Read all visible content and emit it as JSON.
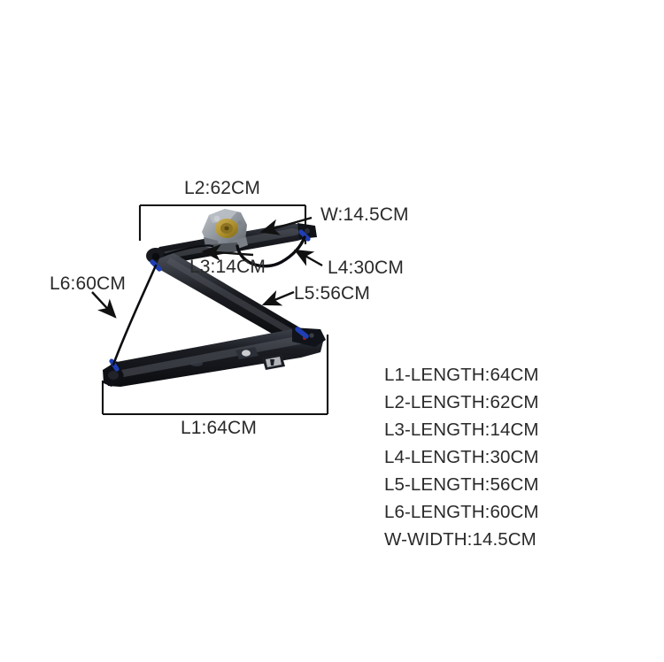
{
  "image": {
    "subject": "car-window-regulator-assembly",
    "background_color": "#ffffff",
    "text_color": "#2a2a2a"
  },
  "callouts": {
    "l2": "L2:62CM",
    "w": "W:14.5CM",
    "l3": "L3:14CM",
    "l4": "L4:30CM",
    "l5": "L5:56CM",
    "l6": "L6:60CM",
    "l1": "L1:64CM"
  },
  "legend": {
    "lines": [
      "L1-LENGTH:64CM",
      "L2-LENGTH:62CM",
      "L3-LENGTH:14CM",
      "L4-LENGTH:30CM",
      "L5-LENGTH:56CM",
      "L6-LENGTH:60CM",
      "W-WIDTH:14.5CM"
    ]
  },
  "part_colors": {
    "rail_black": "#14151a",
    "rail_highlight": "#43464e",
    "motor_grey": "#9aa0a6",
    "motor_dark": "#5d6268",
    "gear_brass": "#b0912f",
    "cable_sleeve_blue": "#1f3fb5",
    "marker_red": "#9e1f1f"
  }
}
